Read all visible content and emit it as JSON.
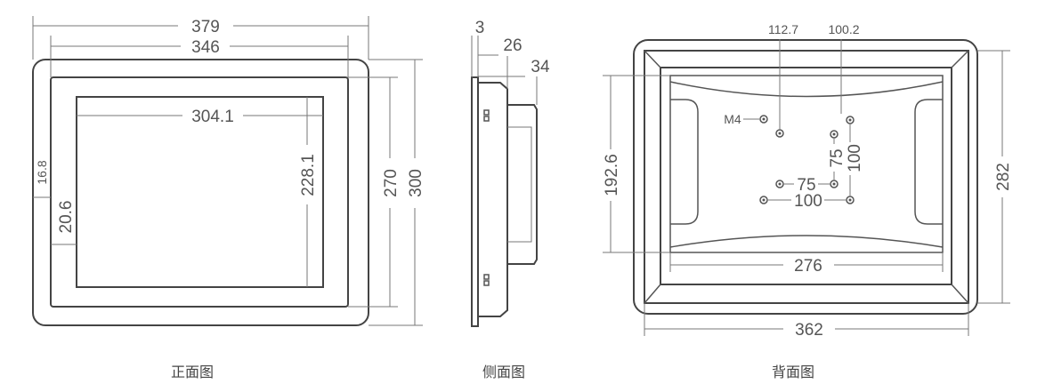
{
  "front_view": {
    "caption": "正面图",
    "dims": {
      "overall_width": "379",
      "bezel_width": "346",
      "screen_width": "304.1",
      "screen_height": "228.1",
      "bezel_height": "270",
      "overall_height": "300",
      "side_offset": "16.8",
      "screen_offset": "20.6"
    }
  },
  "side_view": {
    "caption": "侧面图",
    "dims": {
      "front_thickness": "3",
      "depth_body": "26",
      "depth_total": "34"
    }
  },
  "back_view": {
    "caption": "背面图",
    "dims": {
      "hole_left_width": "112.7",
      "hole_right_width": "100.2",
      "screw": "M4",
      "vesa_small_h": "75",
      "vesa_large_h": "100",
      "vesa_small_v": "75",
      "vesa_large_v": "100",
      "recess_height": "192.6",
      "recess_width": "276",
      "overall_width": "362",
      "overall_height": "282"
    }
  },
  "colors": {
    "line": "#555555",
    "text": "#555555",
    "background": "#ffffff"
  }
}
